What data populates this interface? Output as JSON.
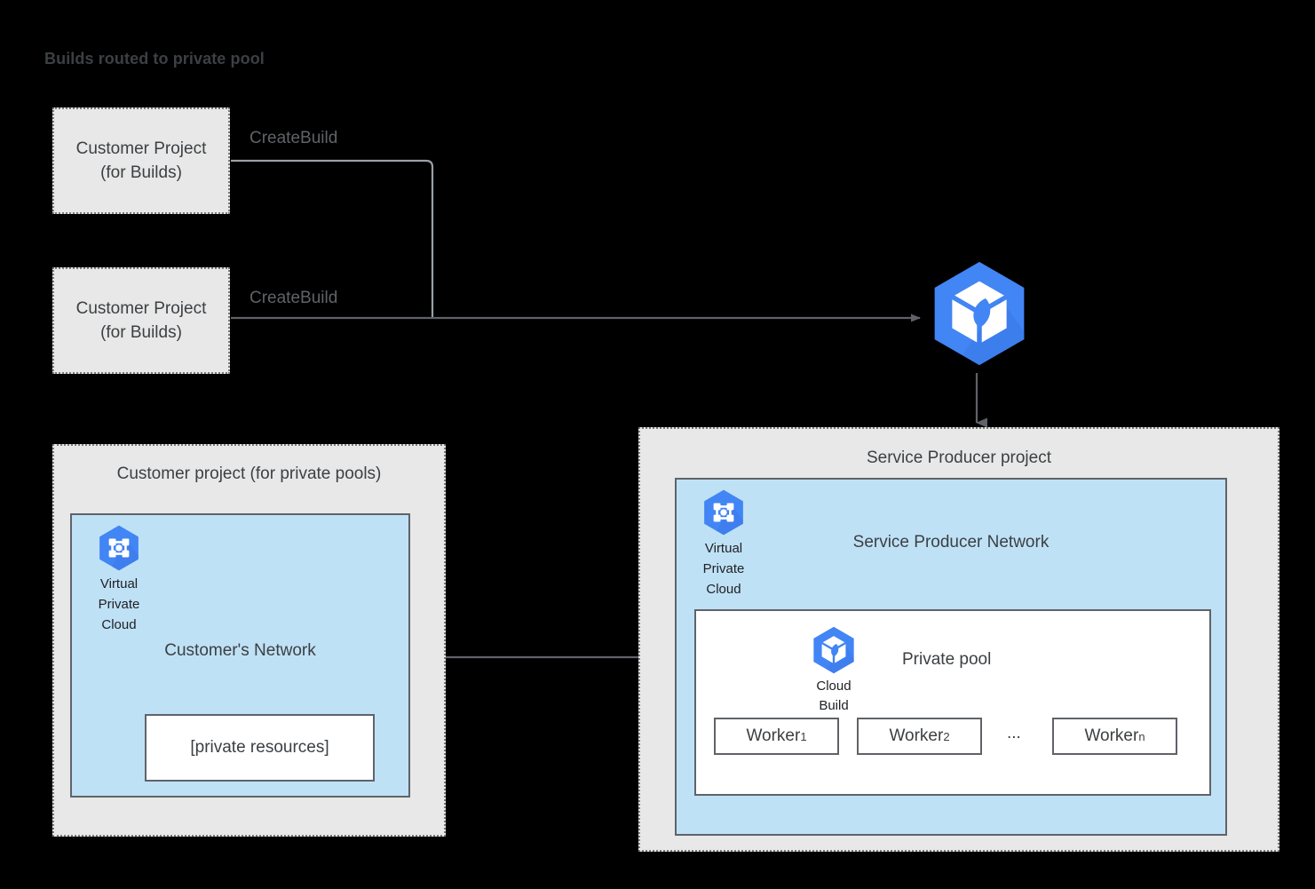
{
  "title": "Builds routed to private pool",
  "colors": {
    "panel_fill": "#e8e8e8",
    "network_fill": "#bfe1f6",
    "border_gray": "#5f6368",
    "dotted_border": "#7a7a7a",
    "google_blue": "#4285f4",
    "google_blue_dark": "#3367d6",
    "text_dark": "#3c4043",
    "connector": "#5f6368",
    "white": "#ffffff"
  },
  "build_projects": [
    {
      "line1": "Customer Project",
      "line2": "(for Builds)",
      "edge_label": "CreateBuild"
    },
    {
      "line1": "Customer Project",
      "line2": "(for Builds)",
      "edge_label": "CreateBuild"
    }
  ],
  "cloud_build_service": {
    "icon": "cloud-build-icon"
  },
  "customer_private_pool_project": {
    "title": "Customer project (for private pools)",
    "network": {
      "label": "Customer's Network",
      "vpc_icon": "virtual-private-cloud-icon",
      "vpc_caption_lines": [
        "Virtual",
        "Private",
        "Cloud"
      ],
      "resources_box_label": "[private resources]"
    }
  },
  "service_producer_project": {
    "title": "Service Producer project",
    "network": {
      "label": "Service Producer Network",
      "vpc_icon": "virtual-private-cloud-icon",
      "vpc_caption_lines": [
        "Virtual",
        "Private",
        "Cloud"
      ]
    },
    "private_pool": {
      "label": "Private pool",
      "cloud_build_icon": "cloud-build-icon",
      "cloud_build_caption_lines": [
        "Cloud",
        "Build"
      ],
      "ellipsis": "...",
      "workers": [
        {
          "name": "Worker",
          "subscript": "1"
        },
        {
          "name": "Worker",
          "subscript": "2"
        },
        {
          "name": "Worker",
          "subscript": "n"
        }
      ]
    }
  }
}
